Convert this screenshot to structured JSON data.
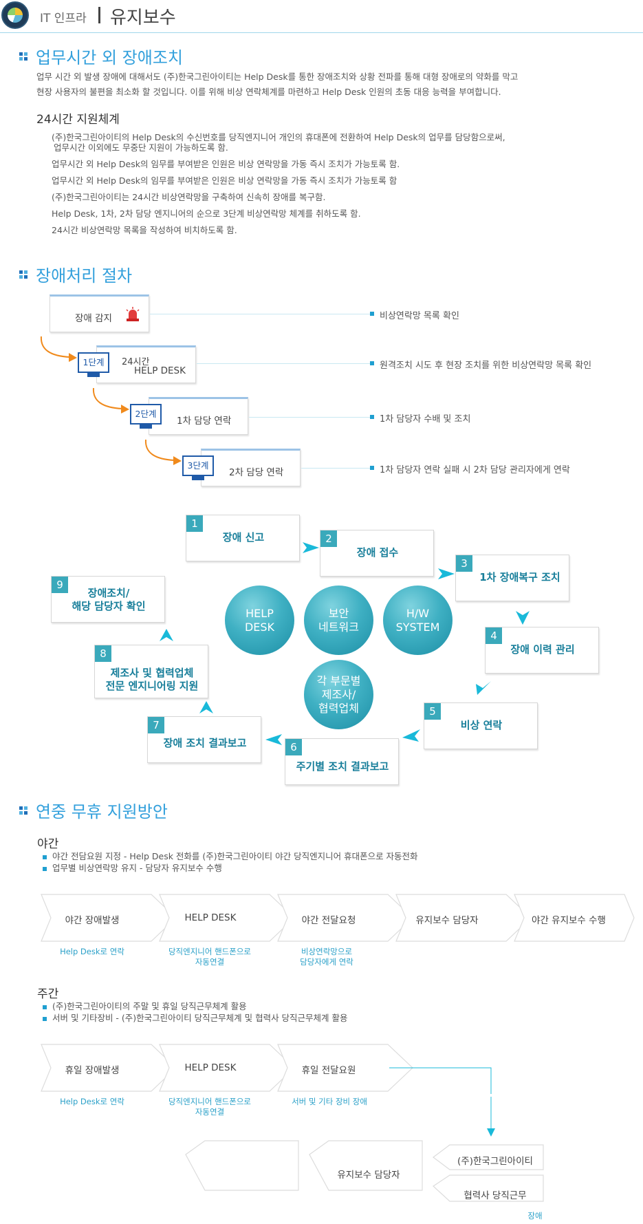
{
  "header": {
    "subtitle": "IT 인프라",
    "title": "유지보수"
  },
  "sections": {
    "s1": {
      "title": "업무시간 외 장애조치",
      "paragraph": [
        "업무 시간 외 발생 장애에 대해서도 (주)한국그린아이티는 Help Desk를 통한 장애조치와 상황 전파를 통해 대형 장애로의 약화를 막고",
        "현장 사용자의 불편을 최소화 할 것입니다. 이를 위해 비상 연락체계를 마련하고 Help Desk 인원의 초동 대응 능력을 부여합니다."
      ],
      "support_title": "24시간 지원체계",
      "items": [
        "(주)한국그린아이티의 Help Desk의 수신번호를 당직엔지니어 개인의 휴대폰에 전환하여 Help Desk의 업무를 담당함으로써,",
        "업무시간 이외에도 무중단 지원이 가능하도록 함.",
        "업무시간 외 Help Desk의 임무를 부여받은 인원은 비상 연락망을 가동 즉시 조치가 가능토록 함.",
        "업무시간 외 Help Desk의 임무를 부여받은 인원은 비상 연락망을 가동 즉시 조치가 가능토록 함",
        "(주)한국그린아이티는 24시간 비상연락망을 구축하여 신속히 장애를 복구함.",
        "Help Desk, 1차, 2차 담당 엔지니어의 순으로 3단계 비상연락망 체계를 취하도록 함.",
        "24시간 비상연락망 목록을 작성하여 비치하도록 함."
      ]
    },
    "s2": {
      "title": "장애처리 절차",
      "steps": [
        {
          "badge": "",
          "label": "장애 감지",
          "desc": "비상연락망 목록 확인"
        },
        {
          "badge": "1단계",
          "label_line1": "24시간",
          "label_line2": "HELP DESK",
          "desc": "원격조치 시도 후 현장 조치를 위한 비상연락망 목록 확인"
        },
        {
          "badge": "2단계",
          "label": "1차 담당 연락",
          "desc": "1차 담당자 수배 및 조치"
        },
        {
          "badge": "3단계",
          "label": "2차 담당 연락",
          "desc": "1차 담당자 연락 실패 시 2차 담당 관리자에게 연락"
        }
      ],
      "cycle": [
        {
          "num": "1",
          "line1": "장애 신고",
          "line2": ""
        },
        {
          "num": "2",
          "line1": "장애 접수",
          "line2": ""
        },
        {
          "num": "3",
          "line1": "1차 장애복구 조치",
          "line2": ""
        },
        {
          "num": "4",
          "line1": "장애 이력 관리",
          "line2": ""
        },
        {
          "num": "5",
          "line1": "비상 연락",
          "line2": ""
        },
        {
          "num": "6",
          "line1": "주기별 조치 결과보고",
          "line2": ""
        },
        {
          "num": "7",
          "line1": "장애 조치 결과보고",
          "line2": ""
        },
        {
          "num": "8",
          "line1": "제조사 및 협력업체",
          "line2": "전문 엔지니어링 지원"
        },
        {
          "num": "9",
          "line1": "장애조치/",
          "line2": "해당 담당자 확인"
        }
      ],
      "circles": [
        {
          "line1": "HELP",
          "line2": "DESK",
          "line3": ""
        },
        {
          "line1": "보안",
          "line2": "네트워크",
          "line3": ""
        },
        {
          "line1": "H/W",
          "line2": "SYSTEM",
          "line3": ""
        },
        {
          "line1": "각 부문별",
          "line2": "제조사/",
          "line3": "협력업체"
        }
      ]
    },
    "s3": {
      "title": "연중 무휴 지원방안",
      "night": {
        "title": "야간",
        "bullets": [
          "야간 전담요원 지정  -  Help Desk 전화를 (주)한국그린아이티 야간 당직엔지니어 휴대폰으로 자동전화",
          "업무별 비상연락망 유지  -  담당자 유지보수 수행"
        ],
        "flow": [
          "야간 장애발생",
          "HELP DESK",
          "야간 전달요청",
          "유지보수 담당자",
          "야간 유지보수 수행"
        ],
        "notes": [
          {
            "l1": "Help Desk로 연락",
            "l2": ""
          },
          {
            "l1": "당직엔지니어 핸드폰으로",
            "l2": "자동연결"
          },
          {
            "l1": "비상연락망으로",
            "l2": "담당자에게 연락"
          }
        ]
      },
      "day": {
        "title": "주간",
        "bullets": [
          "(주)한국그린아이티의 주말 및 휴일 당직근무체계 활용",
          "서버 및 기타장비  -  (주)한국그린아이티 당직근무체계 및 협력사 당직근무체계 활용"
        ],
        "flow": [
          "휴일 장애발생",
          "HELP DESK",
          "휴일 전달요원"
        ],
        "notes": [
          {
            "l1": "Help Desk로 연락",
            "l2": ""
          },
          {
            "l1": "당직엔지니어 핸드폰으로",
            "l2": "자동연결"
          },
          {
            "l1": "서버 및 기타 장비 장애",
            "l2": ""
          }
        ],
        "back_flow": [
          "",
          "유지보수 담당자"
        ],
        "right_stack": [
          "(주)한국그린아이티",
          "협력사 당직근무"
        ],
        "bottom_note": "장애"
      }
    }
  },
  "colors": {
    "accent": "#33a0dc",
    "teal": "#3aa9bb",
    "step_blue": "#1f5aa8",
    "arrow_orange": "#f08a1c",
    "arrow_cyan": "#19b9d9"
  },
  "icons": {
    "section": "grid-square-icon",
    "alarm": "siren-icon",
    "monitor": "monitor-icon"
  }
}
